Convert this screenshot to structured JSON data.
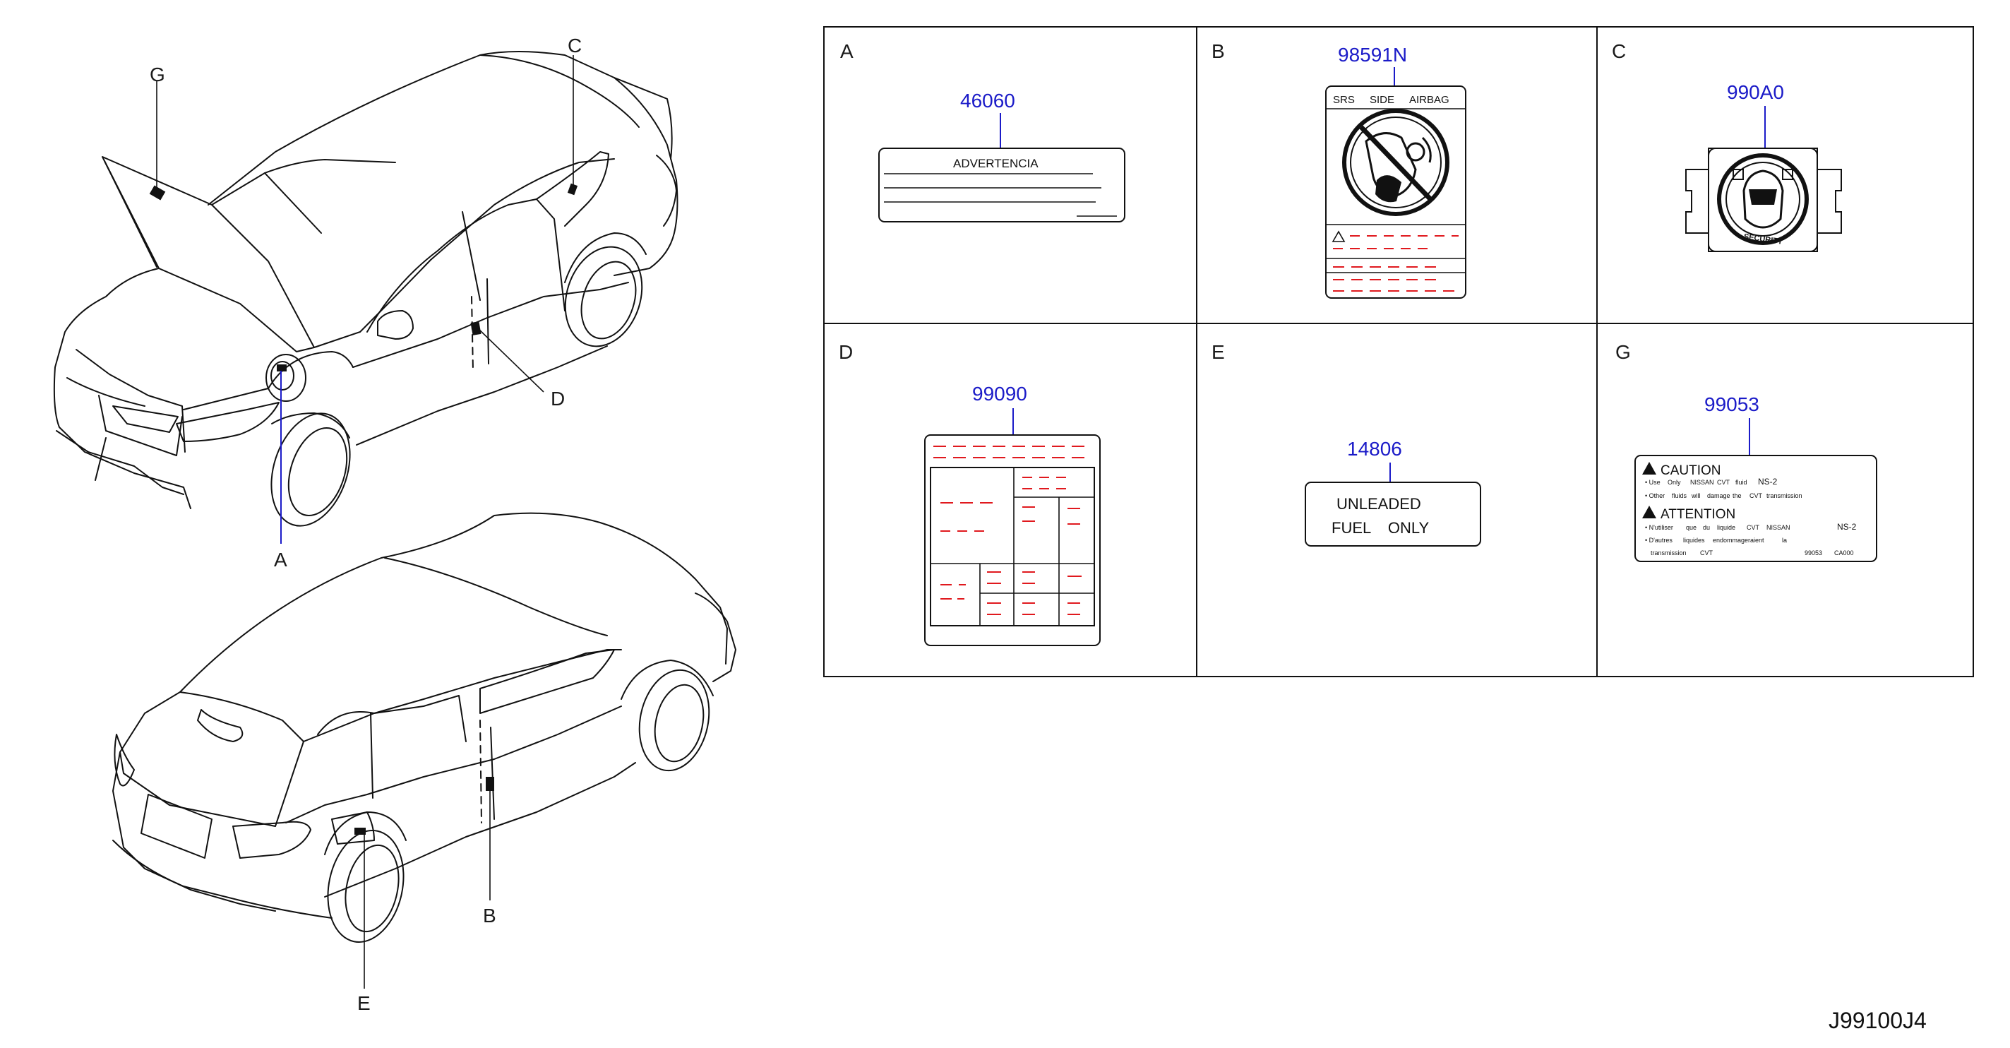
{
  "diagram_id": "J99100J4",
  "car_callouts": [
    "G",
    "C",
    "D",
    "A",
    "B",
    "E"
  ],
  "panels": [
    {
      "letter": "A",
      "part_number": "46060",
      "label_lines": [
        "ADVERTENCIA"
      ]
    },
    {
      "letter": "B",
      "part_number": "98591N",
      "label_header": [
        "SRS",
        "SIDE",
        "AIRBAG"
      ]
    },
    {
      "letter": "C",
      "part_number": "990A0",
      "label_text": "SECURITY"
    },
    {
      "letter": "D",
      "part_number": "99090"
    },
    {
      "letter": "E",
      "part_number": "14806",
      "label_lines": [
        "UNLEADED",
        "FUEL    ONLY"
      ]
    },
    {
      "letter": "G",
      "part_number": "99053",
      "caution_title": "CAUTION",
      "caution_line1": [
        "• Use",
        "Only",
        "NISSAN",
        "CVT",
        "fluid",
        "NS-2"
      ],
      "caution_line2": [
        "• Other",
        "fluids",
        "will",
        "damage",
        "the",
        "CVT",
        "transmission"
      ],
      "attention_title": "ATTENTION",
      "attention_line1": [
        "• N'utiliser",
        "que",
        "du",
        "liquide",
        "CVT",
        "NISSAN",
        "NS-2"
      ],
      "attention_line2": [
        "• D'autres",
        "liquides",
        "endommageraient",
        "la"
      ],
      "attention_line3": [
        "transmission",
        "CVT"
      ],
      "footer_codes": [
        "99053",
        "CA000"
      ]
    }
  ],
  "colors": {
    "part_number": "#1b1bc8",
    "dash": "#e0191e",
    "line": "#111111"
  }
}
